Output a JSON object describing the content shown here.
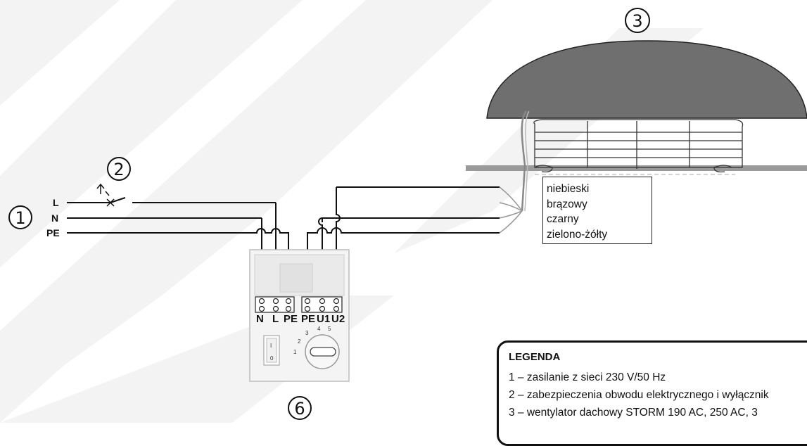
{
  "callouts": {
    "supply": "1",
    "protection": "2",
    "fan": "3",
    "controller": "6"
  },
  "supply_lines": {
    "l": "L",
    "n": "N",
    "pe": "PE"
  },
  "terminals": {
    "input": [
      "N",
      "L",
      "PE"
    ],
    "output": [
      "PE",
      "U1",
      "U2"
    ]
  },
  "switch": {
    "on": "I",
    "off": "0"
  },
  "dial_steps": [
    "1",
    "2",
    "3",
    "4",
    "5"
  ],
  "wire_colors": [
    "niebieski",
    "brązowy",
    "czarny",
    "zielono-żółty"
  ],
  "legend": {
    "title": "LEGENDA",
    "items": [
      "1 – zasilanie z sieci 230 V/50 Hz",
      "2 – zabezpieczenia obwodu elektrycznego i wyłącznik",
      "3 – wentylator dachowy STORM 190 AC, 250 AC, 3"
    ]
  }
}
